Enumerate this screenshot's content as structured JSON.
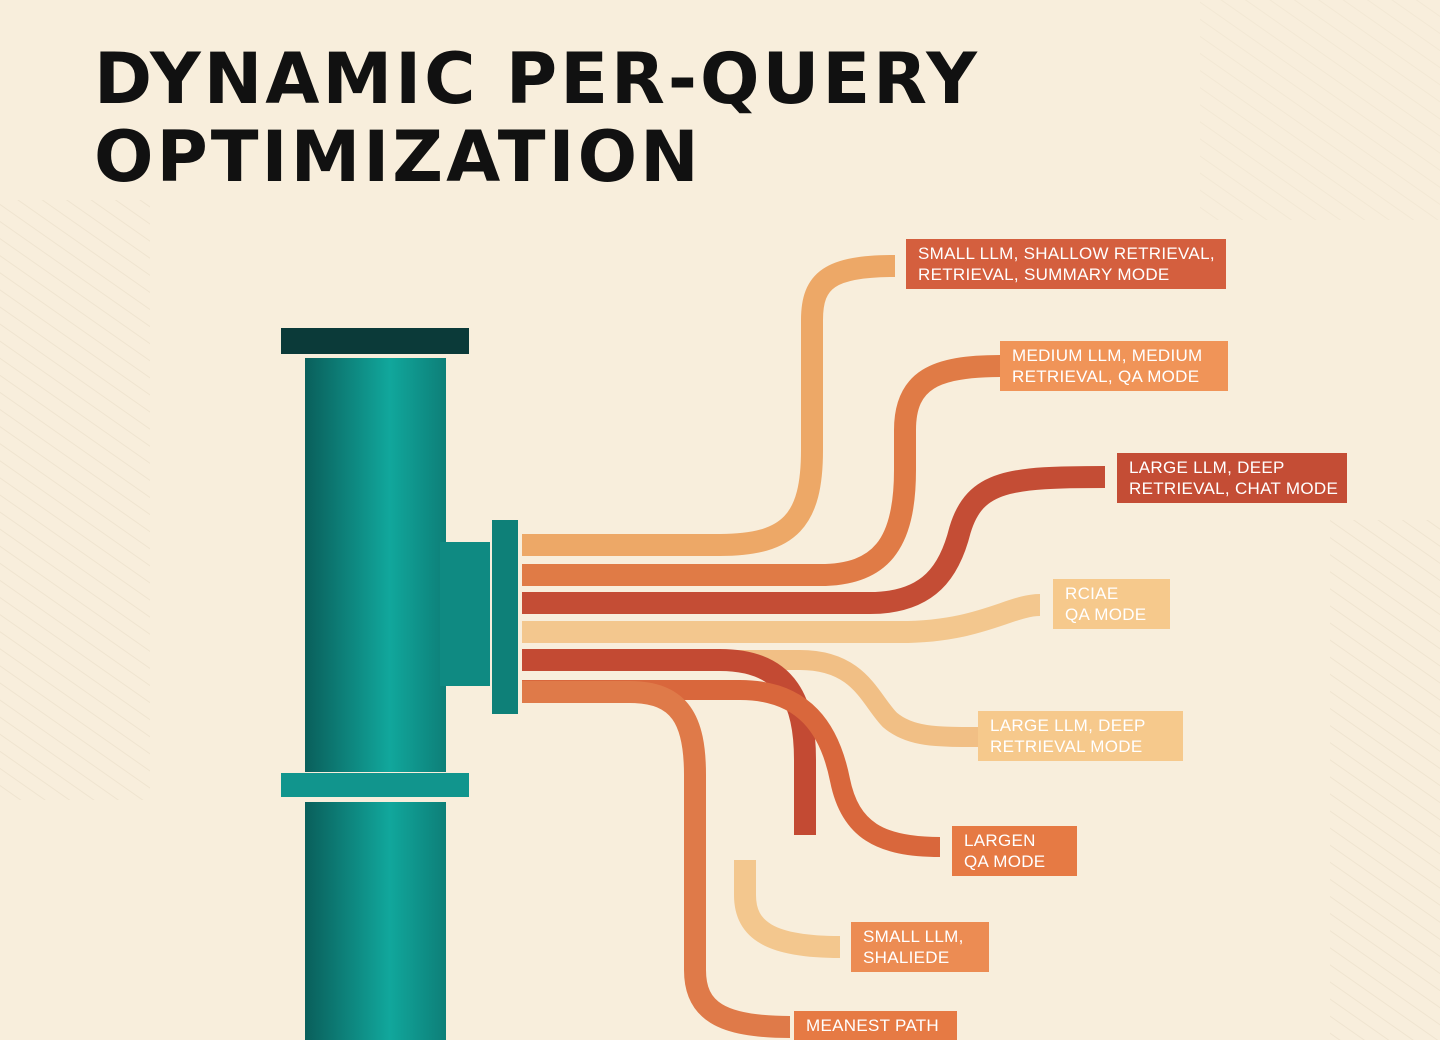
{
  "title": {
    "line1": "DYNAMIC PER-QUERY",
    "line2": "OPTIMIZATION"
  },
  "colors": {
    "background": "#f8eedc",
    "pipe_teal": "#0f8a82",
    "pipe_dark": "#0c4a48",
    "stream_light": "#f2c48a",
    "stream_orange": "#e07b46",
    "stream_red": "#c14a34"
  },
  "labels": [
    {
      "line1": "SMALL LLM, SHALLOW RETRIEVAL,",
      "line2": "RETRIEVAL, SUMMARY MODE"
    },
    {
      "line1": "MEDIUM LLM, MEDIUM",
      "line2": "RETRIEVAL, QA MODE"
    },
    {
      "line1": "LARGE LLM, DEEP",
      "line2": "RETRIEVAL, CHAT MODE"
    },
    {
      "line1": "RCIAE",
      "line2": "QA MODE"
    },
    {
      "line1": "LARGE LLM, DEEP",
      "line2": "RETRIEVAL MODE"
    },
    {
      "line1": "LARGEN",
      "line2": "QA MODE"
    },
    {
      "line1": "SMALL LLM,",
      "line2": "SHALIEDE"
    },
    {
      "line1": "MEANEST PATH",
      "line2": ""
    }
  ]
}
